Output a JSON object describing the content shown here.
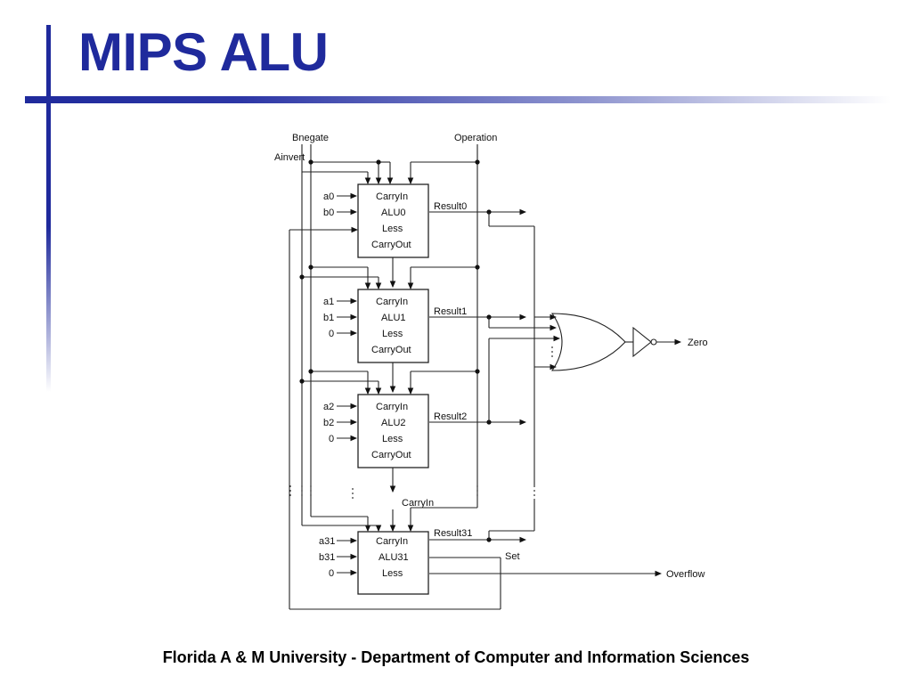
{
  "slide": {
    "title": "MIPS ALU",
    "footer": "Florida A & M University - Department of Computer and Information Sciences"
  },
  "diagram": {
    "top_labels": {
      "bnegate": "Bnegate",
      "ainvert": "Ainvert",
      "operation": "Operation"
    },
    "alus": [
      {
        "inputs": [
          "a0",
          "b0"
        ],
        "ports": [
          "CarryIn",
          "ALU0",
          "Less",
          "CarryOut"
        ],
        "result": "Result0"
      },
      {
        "inputs": [
          "a1",
          "b1",
          "0"
        ],
        "ports": [
          "CarryIn",
          "ALU1",
          "Less",
          "CarryOut"
        ],
        "result": "Result1"
      },
      {
        "inputs": [
          "a2",
          "b2",
          "0"
        ],
        "ports": [
          "CarryIn",
          "ALU2",
          "Less",
          "CarryOut"
        ],
        "result": "Result2"
      },
      {
        "inputs": [
          "a31",
          "b31",
          "0"
        ],
        "ports": [
          "CarryIn",
          "ALU31",
          "Less"
        ],
        "result": "Result31"
      }
    ],
    "carry_label": "CarryIn",
    "set_label": "Set",
    "overflow_label": "Overflow",
    "zero_label": "Zero"
  }
}
